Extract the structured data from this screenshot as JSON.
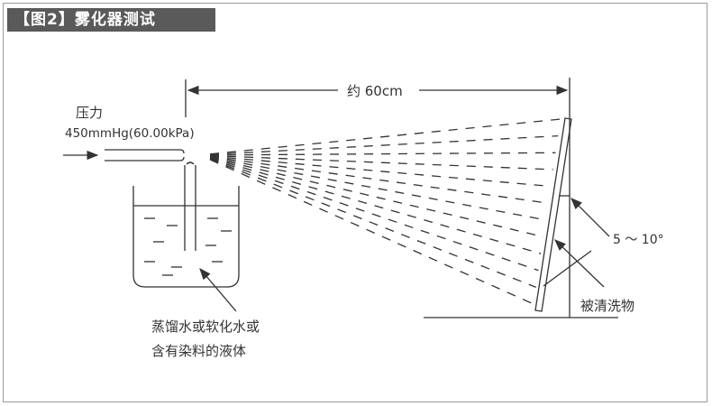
{
  "title": "【图2】雾化器测试",
  "labels": {
    "pressure": "压力",
    "pressure_value": "450mmHg(60.00kPa)",
    "distance": "约 60cm",
    "angle": "5 ～ 10°",
    "target": "被清洗物",
    "liquid_line1": "蒸馏水或软化水或",
    "liquid_line2": "含有染料的液体"
  },
  "colors": {
    "title_bg": "#5a5a5a",
    "line": "#333333"
  }
}
